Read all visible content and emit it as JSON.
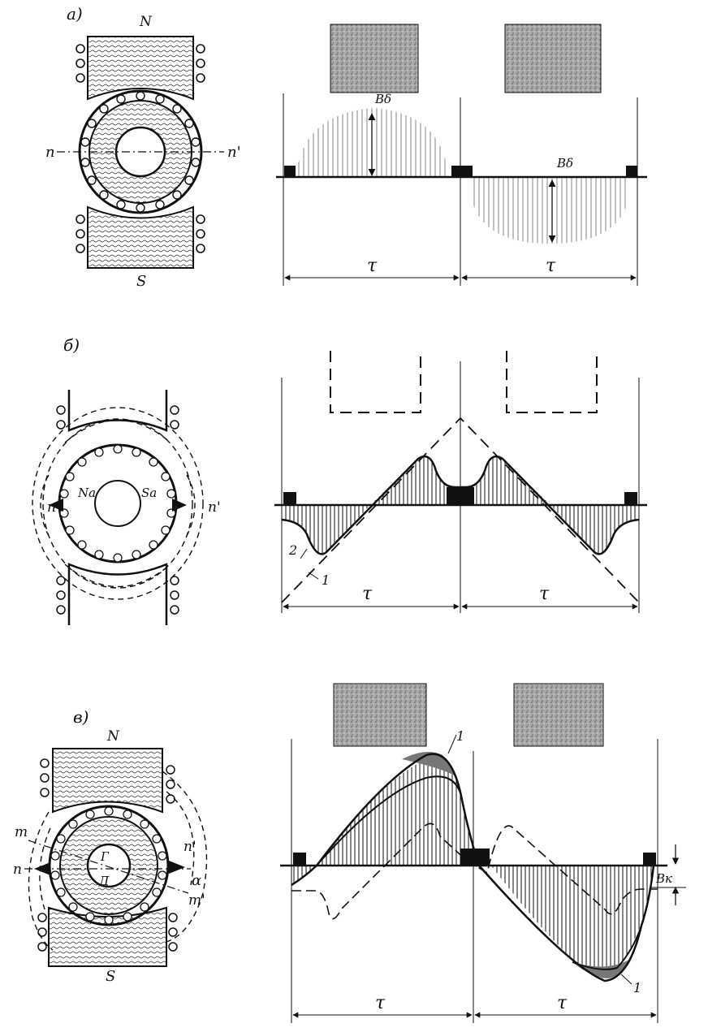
{
  "panels": [
    {
      "label": "a)",
      "pole_top": "N",
      "pole_bottom": "S",
      "axis_left": "n",
      "axis_right": "n'",
      "flux_label_1": "Bδ",
      "flux_label_2": "Bδ",
      "span_label_1": "τ",
      "span_label_2": "τ"
    },
    {
      "label": "б)",
      "axis_left": "n",
      "axis_right": "n'",
      "armature_pole_1": "Na",
      "armature_pole_2": "Sa",
      "curve_1": "1",
      "curve_2": "2",
      "span_label_1": "τ",
      "span_label_2": "τ"
    },
    {
      "label": "в)",
      "pole_top": "N",
      "pole_bottom": "S",
      "axis_left": "n",
      "axis_right": "n'",
      "axis_shift_left": "m",
      "axis_shift_right": "m'",
      "point_upper": "Г",
      "point_lower": "Д",
      "angle": "α",
      "curve_1_top": "1",
      "curve_1_bottom": "1",
      "commutation_flux": "Bк",
      "span_label_1": "τ",
      "span_label_2": "τ"
    }
  ],
  "colors": {
    "ink": "#111111",
    "pole_fill": "#9a9a9a",
    "paper": "#ffffff"
  }
}
